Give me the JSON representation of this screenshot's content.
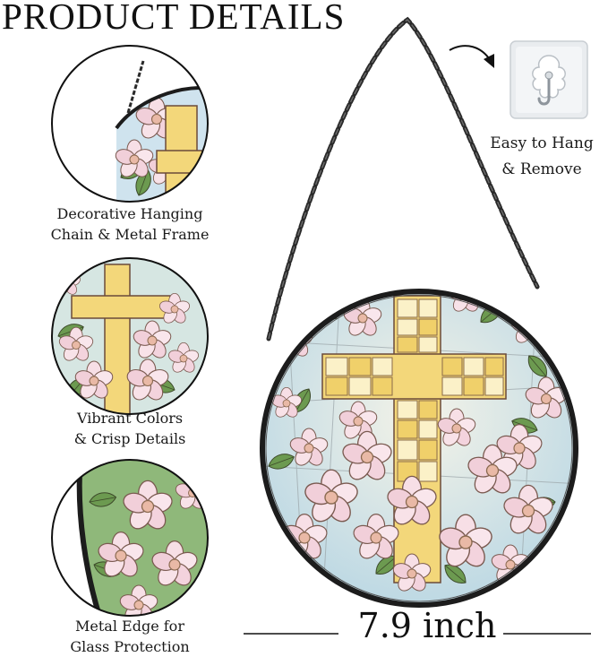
{
  "title": "PRODUCT DETAILS",
  "features": [
    {
      "line1": "Decorative Hanging",
      "line2": "Chain & Metal Frame"
    },
    {
      "line1": "Vibrant Colors",
      "line2": "& Crisp Details"
    },
    {
      "line1": "Metal Edge for",
      "line2": "Glass Protection"
    }
  ],
  "hook": {
    "line1": "Easy to Hang",
    "line2": "& Remove",
    "icon": "adhesive-hook-icon"
  },
  "size": {
    "label": "7.9 inch"
  },
  "colors": {
    "frame": "#1c1c1c",
    "glass_bg": "#cfe3ee",
    "cross": "#f3d77a",
    "cross_light": "#fbf1c8",
    "flower": "#f7dfe6",
    "flower_center": "#e9b9a6",
    "leaf": "#5f8f4a",
    "leaf_light": "#9dbd78",
    "lead": "#5a4a3a"
  }
}
